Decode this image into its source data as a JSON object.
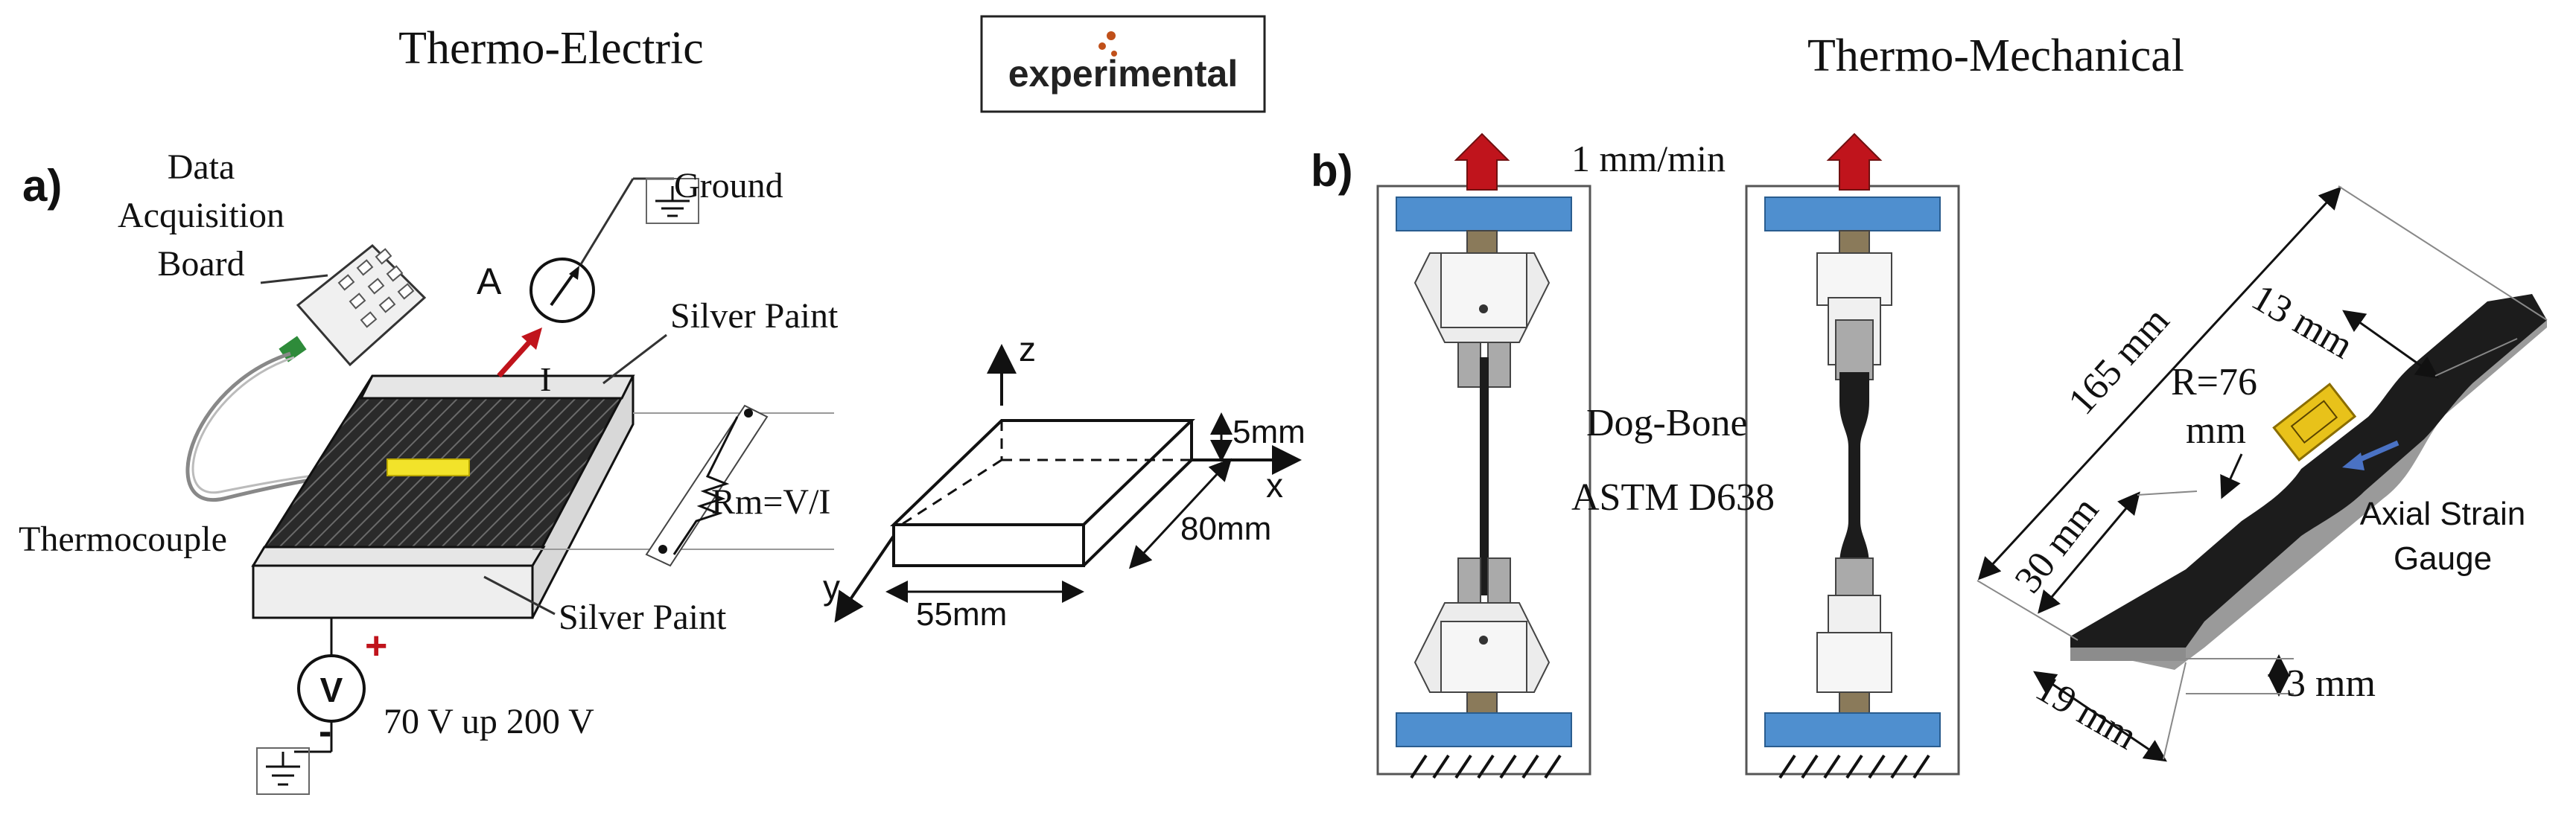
{
  "headers": {
    "left_title": "Thermo-Electric",
    "right_title": "Thermo-Mechanical",
    "logo_text": "experimental"
  },
  "panel_a": {
    "label": "a)",
    "data_board": [
      "Data",
      "Acquisition",
      "Board"
    ],
    "ground": "Ground",
    "ammeter_label": "A",
    "current": "I",
    "silver_paint_top": "Silver Paint",
    "silver_paint_bottom": "Silver Paint",
    "thermocouple": "Thermocouple",
    "resistance": "Rm=V/I",
    "voltmeter_symbol": "V",
    "voltage": "70 V up 200 V",
    "plus": "+",
    "minus": "-",
    "axis_z": "z",
    "axis_x": "x",
    "axis_y": "y",
    "dim_height": "5mm",
    "dim_length": "80mm",
    "dim_width": "55mm"
  },
  "panel_b": {
    "label": "b)",
    "speed": "1 mm/min",
    "specimen_name": "Dog-Bone",
    "standard": "ASTM D638",
    "dim_total_length": "165 mm",
    "dim_gauge_width": "13 mm",
    "dim_radius_a": "R=76",
    "dim_radius_b": "mm",
    "dim_grip_length": "30 mm",
    "dim_grip_width": "19 mm",
    "dim_thickness": "3 mm",
    "gauge_label_a": "Axial Strain",
    "gauge_label_b": "Gauge"
  },
  "colors": {
    "arrow_red": "#c0141c",
    "fixture_blue": "#4f8fcf",
    "specimen_black": "#1c1c1c",
    "strain_gauge_yellow": "#e8c21a",
    "thermocouple_green": "#2e8b3a",
    "logo_orange": "#c0501a"
  }
}
